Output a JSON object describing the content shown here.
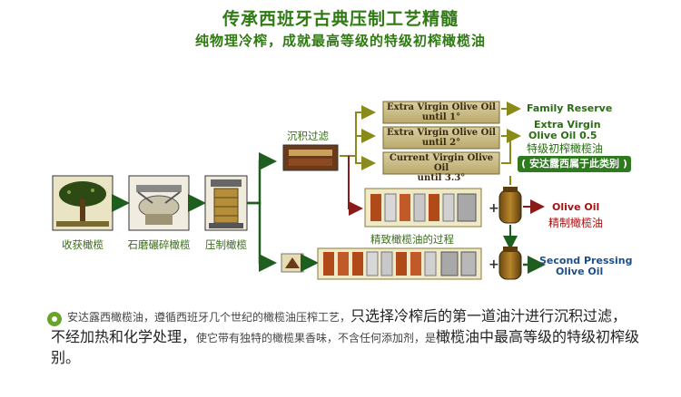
{
  "header": {
    "title": "传承西班牙古典压制工艺精髓",
    "subtitle": "纯物理冷榨，成就最高等级的特级初榨橄榄油"
  },
  "steps": {
    "harvest": "收获橄榄",
    "grind": "石磨碾碎橄榄",
    "press": "压制橄榄",
    "settle": "沉积过滤",
    "refine": "精致橄榄油的过程"
  },
  "grades": {
    "extra_virgin": {
      "name": "Extra Virgin Olive Oil",
      "acid": "until 1°"
    },
    "virgin": {
      "name": "Extra Virgin Olive Oil",
      "acid": "until 2°"
    },
    "current": {
      "name": "Current Virgin Olive Oil",
      "acid": "until 3.3°"
    }
  },
  "outputs": {
    "family_reserve": "Family Reserve",
    "extra_virgin_05_line1": "Extra Virgin",
    "extra_virgin_05_line2": "Olive Oil 0.5",
    "extra_virgin_cn": "特级初榨橄榄油",
    "badge": "( 安达露西属于此类别 )",
    "olive_oil": "Olive Oil",
    "olive_oil_cn": "精制橄榄油",
    "second_line1": "Second Pressing",
    "second_line2": "Olive Oil"
  },
  "description": {
    "part1": "安达露西橄榄油，遵循西班牙几个世纪的橄榄油压榨工艺，",
    "part2": "只选择冷榨后的第一道油汁进行沉积过滤，不经加热和化学处理，",
    "part3": "使它带有独特的橄榄果香味，不含任何添加剂，是",
    "part4": "橄榄油中最高等级的特级初榨级别。"
  },
  "colors": {
    "accent_green": "#2f7a12",
    "arrow_green": "#1e5e1e",
    "olive_arrow": "#8a8a1a",
    "red_arrow": "#8b1a1a",
    "tank_bg": "#efe9c8"
  }
}
